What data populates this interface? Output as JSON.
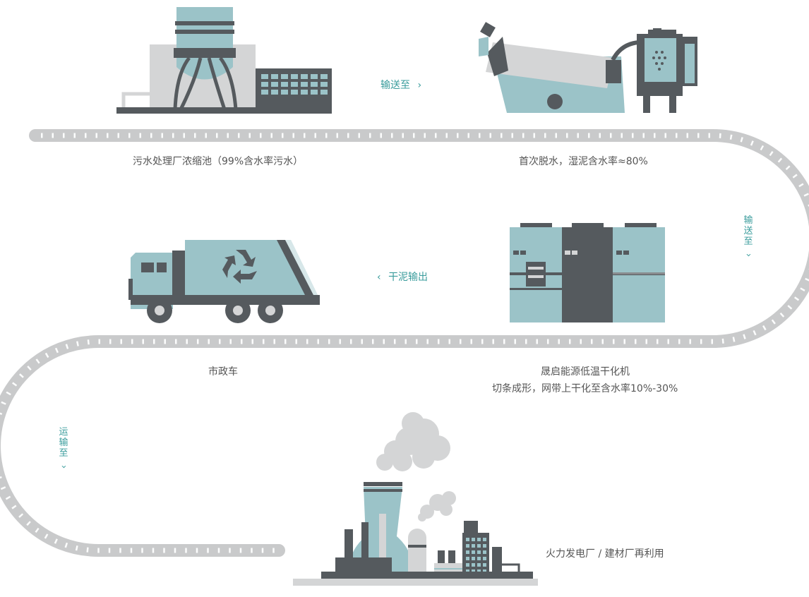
{
  "steps": {
    "sewage_tank": "污水处理厂浓缩池（99%含水率污水）",
    "dewatering": "首次脱水，湿泥含水率≈80%",
    "dryer_name": "晟启能源低温干化机",
    "dryer_desc": "切条成形，网带上干化至含水率10%-30%",
    "truck": "市政车",
    "power_plant": "火力发电厂 / 建材厂再利用"
  },
  "arrows": {
    "convey_to": "输送至",
    "convey_to_vertical": "输送至",
    "dry_sludge_out": "干泥输出",
    "transport_to_vertical": "运输至"
  },
  "colors": {
    "teal": "#9bc3c8",
    "dark": "#555a5e",
    "grey": "#d4d5d6",
    "conveyor": "#c9cacb",
    "accent_text": "#3a9c9c"
  }
}
